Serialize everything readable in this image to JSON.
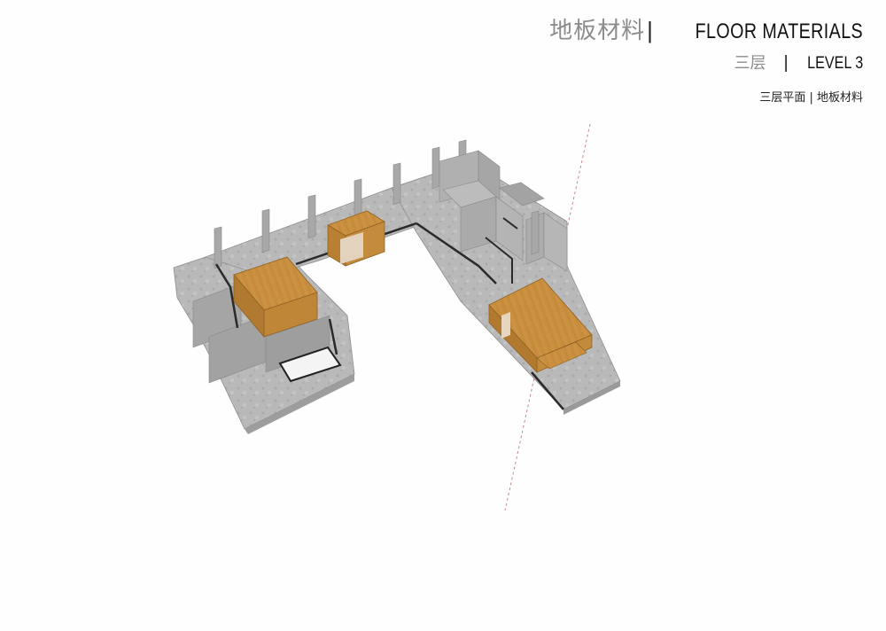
{
  "header": {
    "title_cn": "地板材料",
    "title_separator": "|",
    "title_en": "FLOOR MATERIALS",
    "level_cn": "三层",
    "level_separator": "|",
    "level_en": "LEVEL 3",
    "subtitle": "三层平面 | 地板材料"
  },
  "drawing": {
    "floor_color": "#b7b7b7",
    "wall_color": "#a9a9a9",
    "wood_top_color": "#c98f3e",
    "wood_side_color": "#b97d2f",
    "wall_dark_color": "#333333",
    "axis_color": "#d08080"
  }
}
